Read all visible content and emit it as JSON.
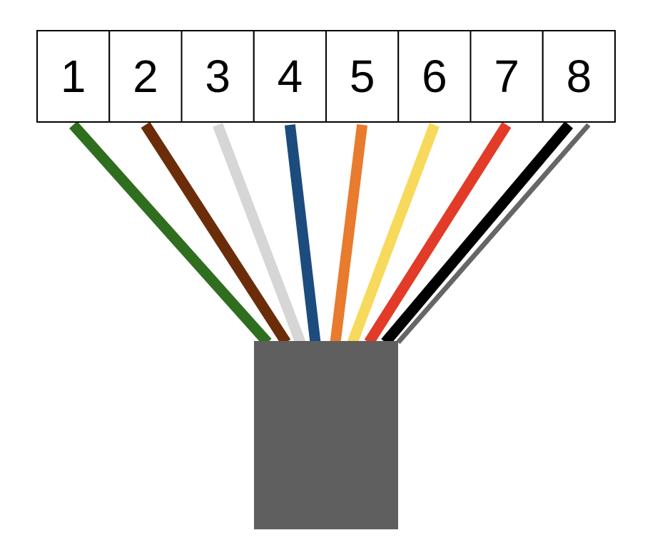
{
  "terminals": [
    {
      "label": "1",
      "wire_color": "#2f6e1f"
    },
    {
      "label": "2",
      "wire_color": "#6b2d09"
    },
    {
      "label": "3",
      "wire_color": "#d6d6d6"
    },
    {
      "label": "4",
      "wire_color": "#1c4c7e"
    },
    {
      "label": "5",
      "wire_color": "#e87b2e"
    },
    {
      "label": "6",
      "wire_color": "#f7da5c"
    },
    {
      "label": "7",
      "wire_color": "#e23b28"
    },
    {
      "label": "8",
      "wire_color": "#000000"
    }
  ],
  "drain_wire": {
    "color": "#666666"
  },
  "cable_jacket": {
    "color": "#5f5f5f"
  }
}
